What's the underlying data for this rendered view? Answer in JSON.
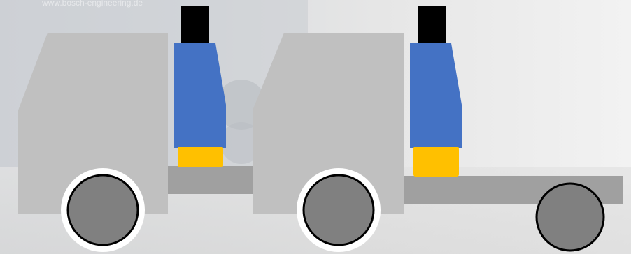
{
  "background": {
    "description_hidden": "",
    "watermark_text": "www.bosch-engineering.de",
    "tint": "#eeeeee"
  },
  "colors": {
    "cab": "#c0c0c0",
    "chassis": "#a0a0a0",
    "wheel_fill": "#808080",
    "wheel_stroke": "#000000",
    "wheel_halo": "#ffffff",
    "cable": "#000000",
    "sensor_body": "#4472c4",
    "sensor_base": "#ffc000"
  },
  "figures": [
    {
      "id": "truck-left",
      "wheels": 1
    },
    {
      "id": "truck-right",
      "wheels": 2
    }
  ]
}
